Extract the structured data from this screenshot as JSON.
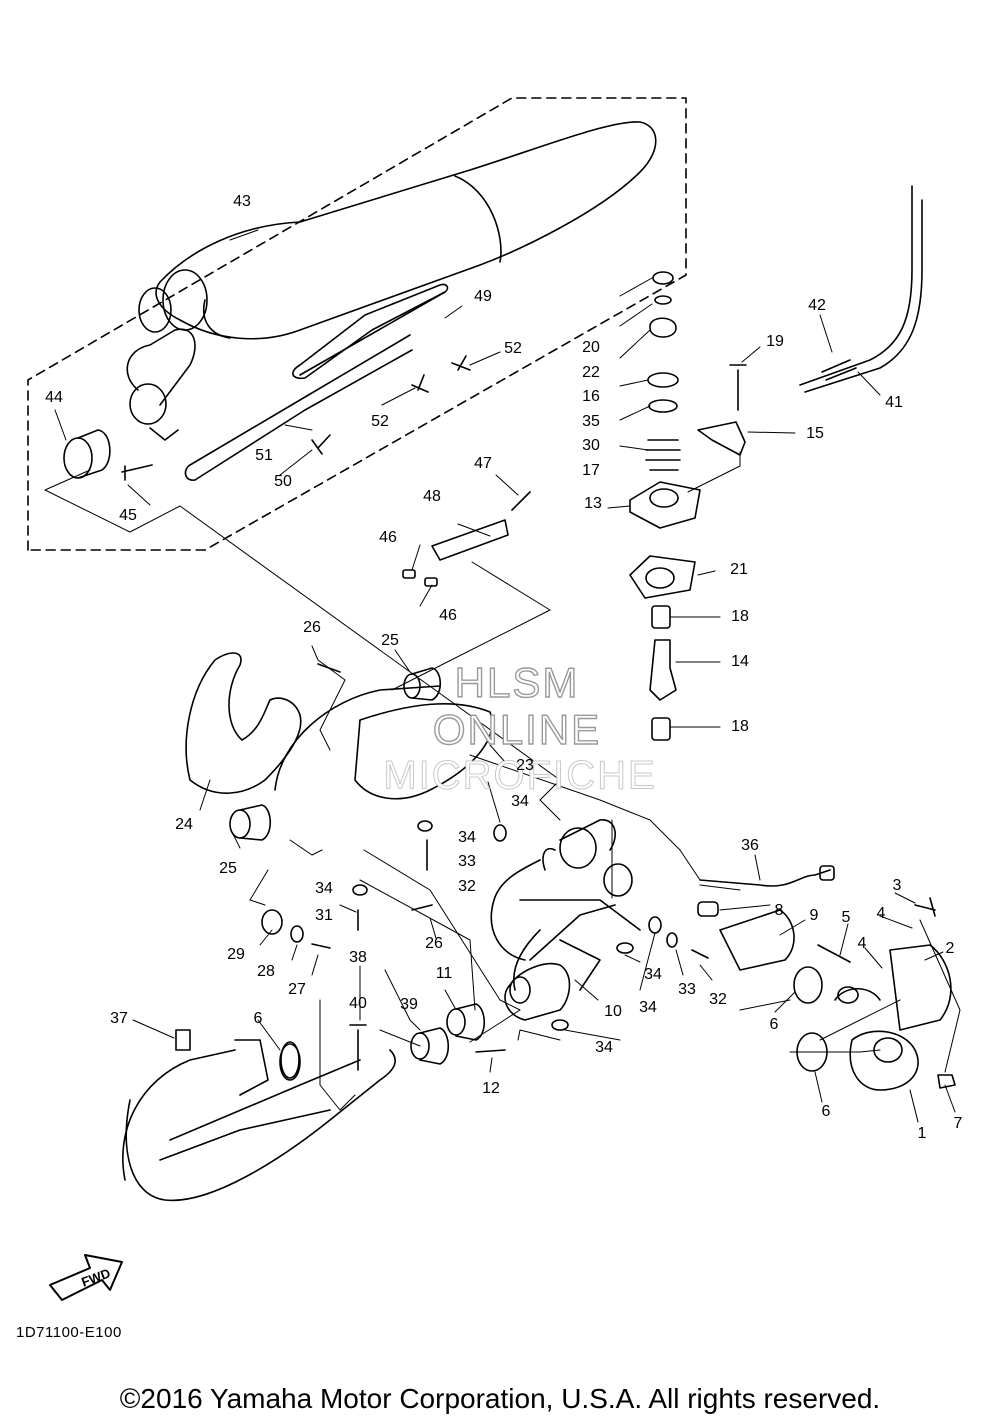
{
  "watermark": {
    "line1": "HLSM",
    "line2": "ONLINE",
    "line3": "MICROFICHE"
  },
  "direction_badge": "FWD",
  "diagram_code": "1D71100-E100",
  "copyright": "©2016 Yamaha Motor Corporation, U.S.A. All rights reserved.",
  "callouts": [
    "1",
    "2",
    "3",
    "4",
    "4",
    "5",
    "6",
    "6",
    "6",
    "7",
    "8",
    "9",
    "10",
    "11",
    "12",
    "13",
    "14",
    "15",
    "16",
    "17",
    "18",
    "18",
    "19",
    "20",
    "21",
    "22",
    "23",
    "24",
    "25",
    "25",
    "26",
    "26",
    "27",
    "28",
    "29",
    "30",
    "31",
    "32",
    "32",
    "33",
    "33",
    "34",
    "34",
    "34",
    "34",
    "34",
    "34",
    "35",
    "36",
    "37",
    "38",
    "39",
    "40",
    "41",
    "42",
    "43",
    "44",
    "45",
    "46",
    "46",
    "47",
    "48",
    "49",
    "50",
    "51",
    "52",
    "52"
  ]
}
